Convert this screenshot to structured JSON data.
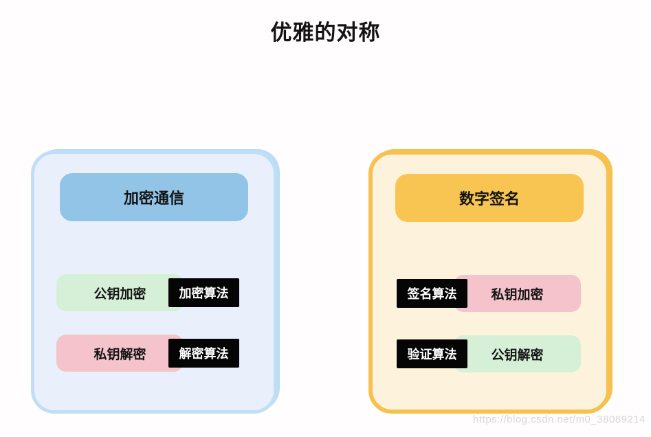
{
  "page": {
    "title": "优雅的对称",
    "watermark": "https://blog.csdn.net/m0_38089214"
  },
  "colors": {
    "background": "#fffdfe",
    "title_text": "#141414",
    "left_panel_fill": "#eaf0fb",
    "left_panel_border": "#c0dff7",
    "left_header_fill": "#92c4e7",
    "right_panel_fill": "#fdf3dd",
    "right_panel_border": "#f7c150",
    "right_header_fill": "#f8c552",
    "pill_green": "#d6f0d8",
    "pill_pink": "#f5c3cb",
    "algorithm_label_bg": "#050505",
    "algorithm_label_text": "#ffffff",
    "watermark_text": "#d8d8d8"
  },
  "panels": [
    {
      "id": "encrypted-communication",
      "header": "加密通信",
      "rows": [
        {
          "pill": "公钥加密",
          "pill_color": "green",
          "label": "加密算法",
          "label_side": "right"
        },
        {
          "pill": "私钥解密",
          "pill_color": "pink",
          "label": "解密算法",
          "label_side": "right"
        }
      ]
    },
    {
      "id": "digital-signature",
      "header": "数字签名",
      "rows": [
        {
          "pill": "私钥加密",
          "pill_color": "pink",
          "label": "签名算法",
          "label_side": "left"
        },
        {
          "pill": "公钥解密",
          "pill_color": "green",
          "label": "验证算法",
          "label_side": "left"
        }
      ]
    }
  ]
}
